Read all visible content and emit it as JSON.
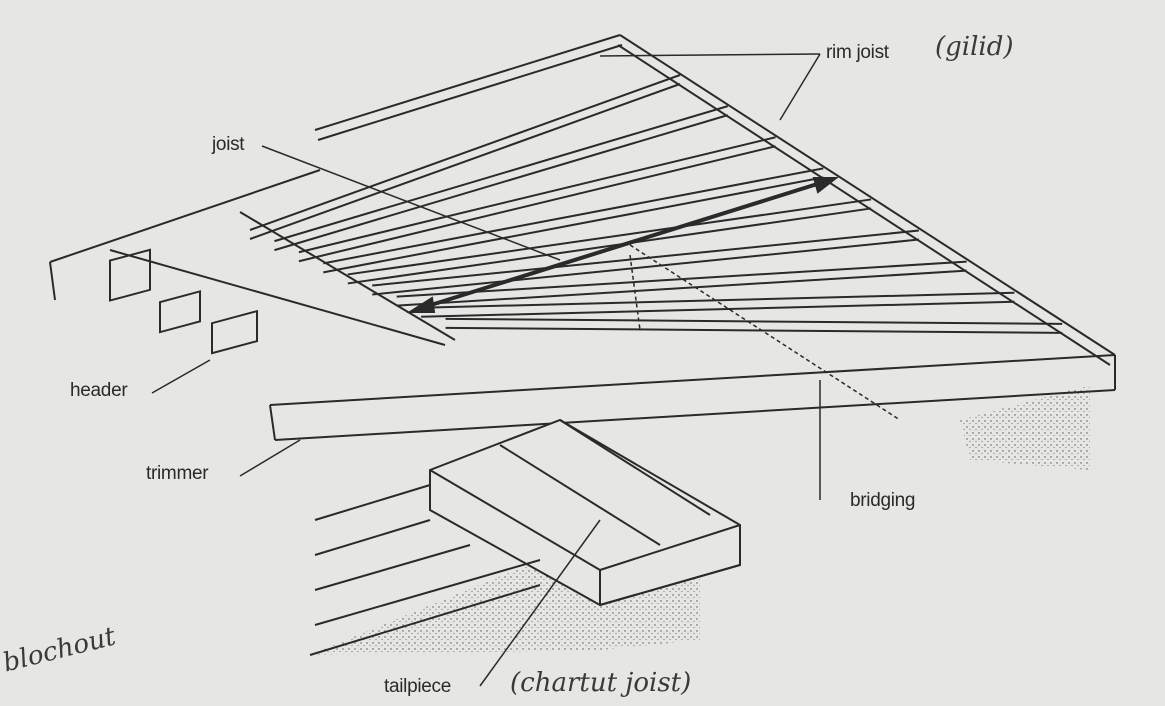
{
  "labels": {
    "rim_joist": "rim joist",
    "joist": "joist",
    "header": "header",
    "trimmer": "trimmer",
    "bridging": "bridging",
    "tailpiece": "tailpiece"
  },
  "handwritten": {
    "rim_joist_note": "(gilid)",
    "tailpiece_note": "(chartut joist)",
    "side_note": "blochout"
  },
  "colors": {
    "paper": "#e6e6e4",
    "ink": "#2a2a2a"
  }
}
